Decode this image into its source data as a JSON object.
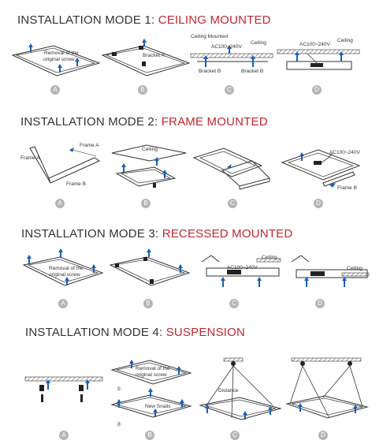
{
  "modes": [
    {
      "prefix": "INSTALLATION MODE 1:",
      "name": "CEILING MOUNTED",
      "steps": [
        "A",
        "B",
        "C",
        "D"
      ],
      "labels": {
        "a_removal_1": "Removal of the",
        "a_removal_2": "original screw",
        "b_bracket": "Bracket A",
        "c_ceiling_mounted": "Ceiling Mounted",
        "c_ceiling": "Ceiling",
        "c_voltage": "AC100~240V",
        "c_bracket_b_1": "Bracket B",
        "c_bracket_b_2": "Bracket B",
        "d_voltage": "AC100~240V",
        "d_ceiling": "Ceiling"
      }
    },
    {
      "prefix": "INSTALLATION MODE 2:",
      "name": "FRAME MOUNTED",
      "steps": [
        "A",
        "B",
        "C",
        "D"
      ],
      "labels": {
        "a_frame_a_top": "Frame A",
        "a_frame_a_left": "Frame A",
        "a_frame_b": "Frame B",
        "b_ceiling": "Ceiling",
        "d_voltage": "AC100~240V",
        "d_frame_b": "Frame B"
      }
    },
    {
      "prefix": "INSTALLATION MODE 3:",
      "name": "RECESSED MOUNTED",
      "steps": [
        "A",
        "B",
        "C",
        "D"
      ],
      "labels": {
        "a_removal_1": "Removal of the",
        "a_removal_2": "original screw",
        "c_ceiling": "Ceiling",
        "c_voltage": "AC100~240V",
        "d_ceiling": "Ceiling"
      }
    },
    {
      "prefix": "INSTALLATION MODE 4:",
      "name": "SUSPENSION",
      "steps": [
        "A",
        "B",
        "C",
        "D"
      ],
      "labels": {
        "b_removal_1": "Removal of the",
        "b_removal_2": "original screw",
        "b_new_snails": "New Snails",
        "b_num_1": "①",
        "b_num_2": "②",
        "c_distance": "Distance"
      }
    }
  ],
  "colors": {
    "accent": "#c4262e",
    "arrow": "#1a5fb4",
    "step_circle": "#b5b5b5"
  }
}
